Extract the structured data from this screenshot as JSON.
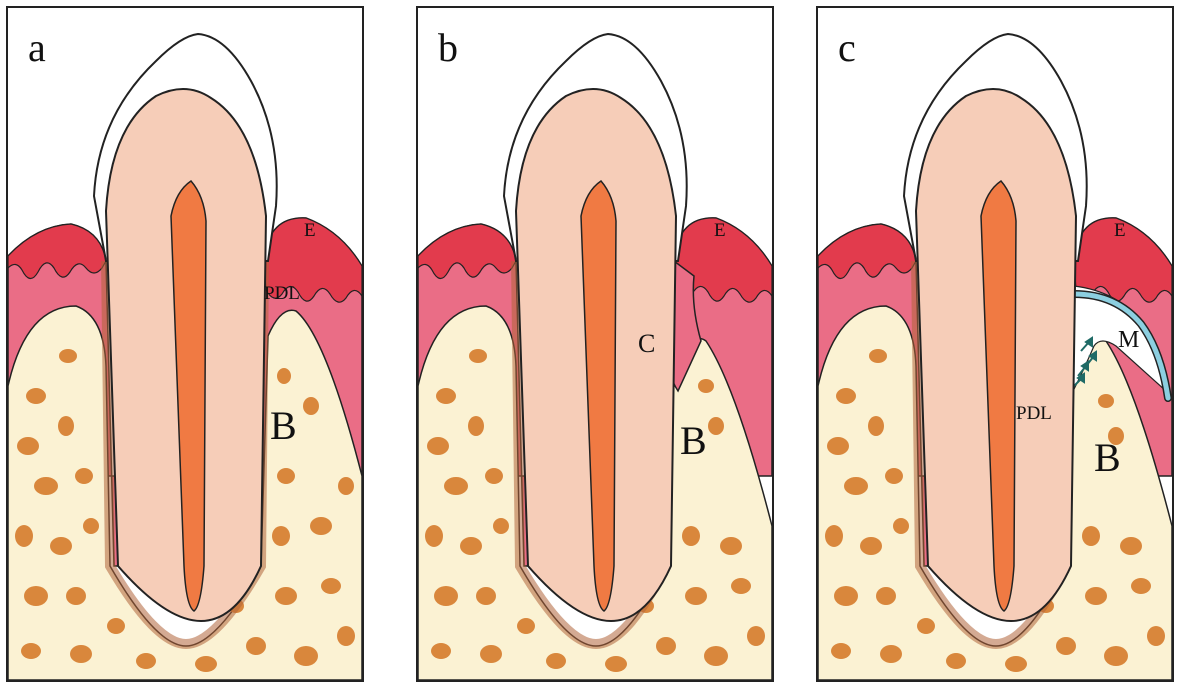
{
  "panels": [
    {
      "letter": "a",
      "labels": {
        "E": "E",
        "PDL": "PDL",
        "B": "B"
      }
    },
    {
      "letter": "b",
      "labels": {
        "E": "E",
        "C": "C",
        "B": "B"
      }
    },
    {
      "letter": "c",
      "labels": {
        "E": "E",
        "M": "M",
        "PDL": "PDL",
        "B": "B"
      }
    }
  ],
  "colors": {
    "gum_dark": "#e23b4d",
    "gum_light": "#ea6d86",
    "bone": "#fbf2d3",
    "trabecula": "#d9873c",
    "dentin": "#f6cdb8",
    "pulp": "#f07a43",
    "enamel": "#ffffff",
    "membrane": "#8ccfe0",
    "arrow": "#1f6a66"
  }
}
